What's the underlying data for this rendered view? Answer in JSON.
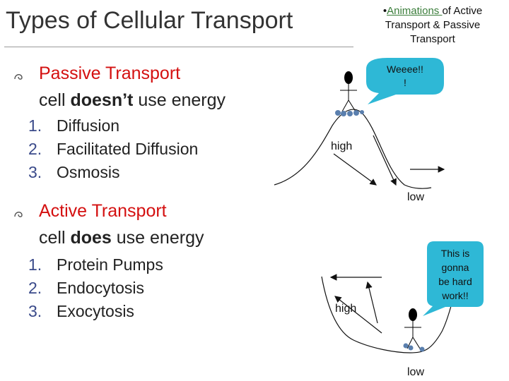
{
  "slide": {
    "title": "Types of Cellular Transport",
    "animation_note": {
      "bullet": "•",
      "link_text": "Animations ",
      "rest_line1": "of Active",
      "line2": "Transport & Passive",
      "line3": "Transport"
    },
    "passive": {
      "bullet_icon": "decorative-swirl-bullet-icon",
      "heading": "Passive Transport",
      "sub_prefix": "cell ",
      "sub_bold": "doesn’t",
      "sub_suffix": " use energy",
      "items": [
        {
          "num": "1.",
          "text": "Diffusion"
        },
        {
          "num": "2.",
          "text": "Facilitated Diffusion"
        },
        {
          "num": "3.",
          "text": "Osmosis"
        }
      ]
    },
    "active": {
      "bullet_icon": "decorative-swirl-bullet-icon",
      "heading": "Active Transport",
      "sub_prefix": "cell ",
      "sub_bold": "does",
      "sub_suffix": " use energy",
      "items": [
        {
          "num": "1.",
          "text": "Protein Pumps"
        },
        {
          "num": "2.",
          "text": "Endocytosis"
        },
        {
          "num": "3.",
          "text": "Exocytosis"
        }
      ]
    },
    "diagram_top": {
      "speech_line1": "Weeee!!",
      "speech_line2": "!",
      "high_label": "high",
      "low_label": "low"
    },
    "diagram_bottom": {
      "speech_line1": "This is",
      "speech_line2": "gonna",
      "speech_line3": "be hard",
      "speech_line4": "work!!",
      "high_label": "high",
      "low_label": "low"
    },
    "colors": {
      "title": "#333333",
      "heading_red": "#d41010",
      "speech_bubble": "#2eb8d6",
      "link_green": "#3a7d3a",
      "molecule_blue": "#5a7fae"
    }
  }
}
